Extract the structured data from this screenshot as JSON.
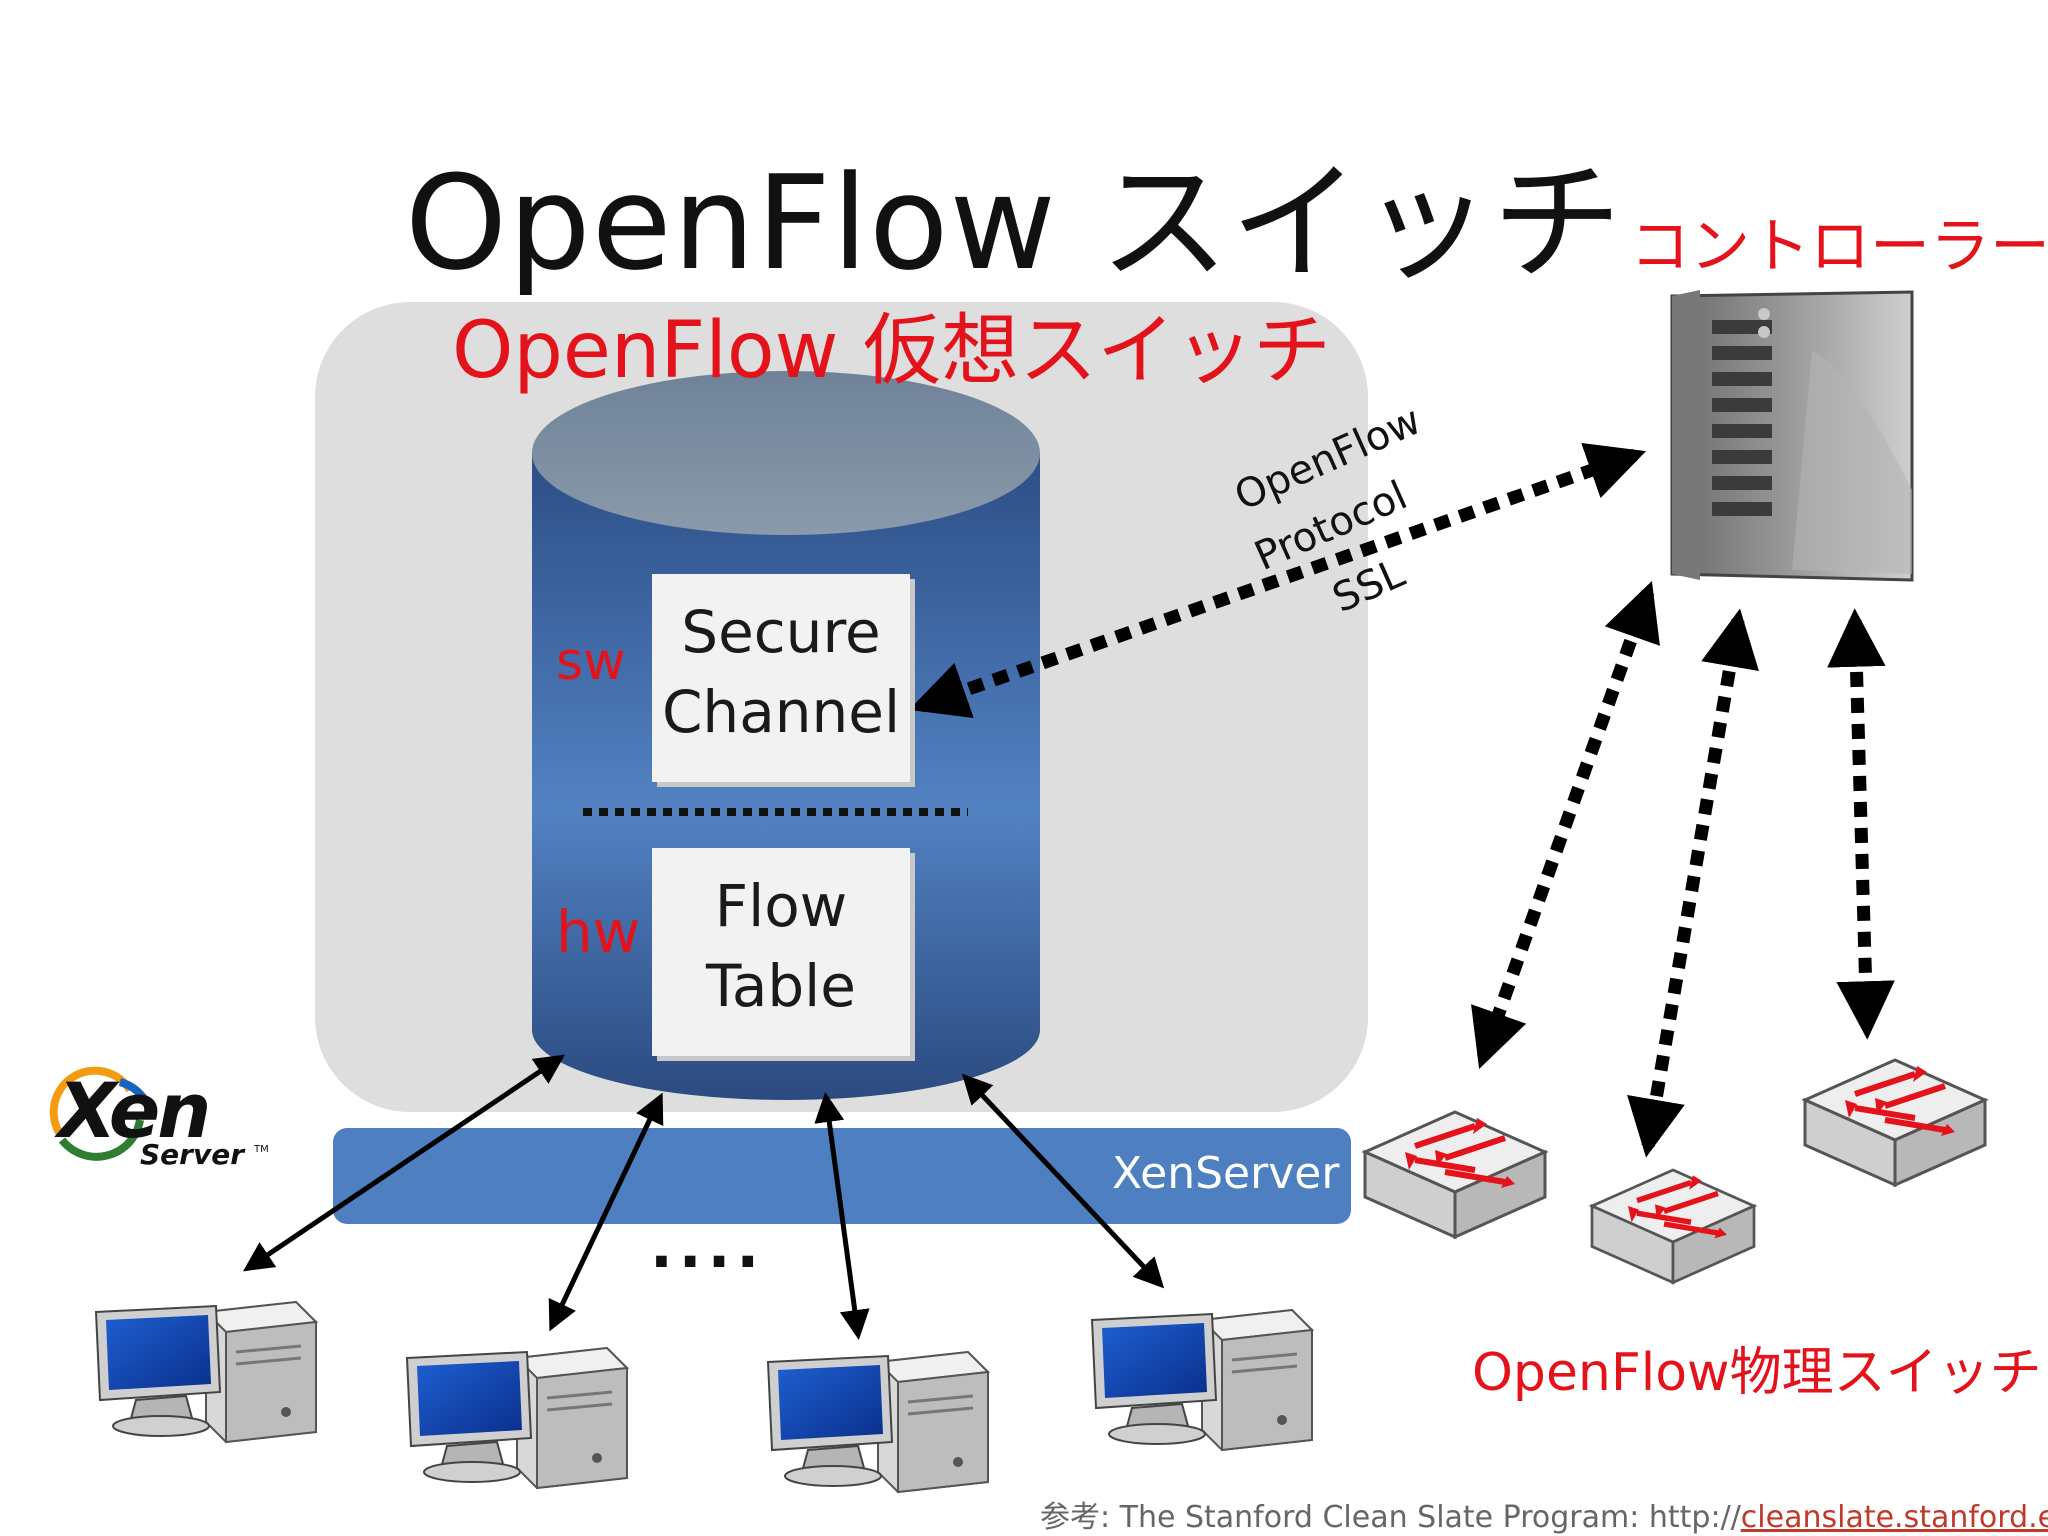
{
  "title": "OpenFlow スイッチ",
  "virtual_switch": {
    "title": "OpenFlow 仮想スイッチ",
    "sw_label": "sw",
    "hw_label": "hw",
    "secure_channel": [
      "Secure",
      "Channel"
    ],
    "flow_table": [
      "Flow",
      "Table"
    ]
  },
  "controller_label": "コントローラー",
  "protocol_labels": [
    "OpenFlow",
    "Protocol",
    "SSL"
  ],
  "xenserver_label": "XenServer",
  "xen_logo": {
    "word": "Xen",
    "sub": "Server",
    "tm": "TM"
  },
  "physical_switch_label": "OpenFlow物理スイッチ",
  "ellipsis": "....",
  "source": {
    "prefix": "参考: The Stanford Clean Slate Program: http://",
    "link": "cleanslate.stanford.edu"
  },
  "colors": {
    "accent_red": "#e3121b",
    "panel_gray": "#dedede",
    "xen_blue": "#4e7fc0",
    "cylinder_blue": "#3d6aa8"
  },
  "icons": [
    "server-tower-icon",
    "network-switch-icon",
    "desktop-computer-icon",
    "xen-server-logo"
  ]
}
